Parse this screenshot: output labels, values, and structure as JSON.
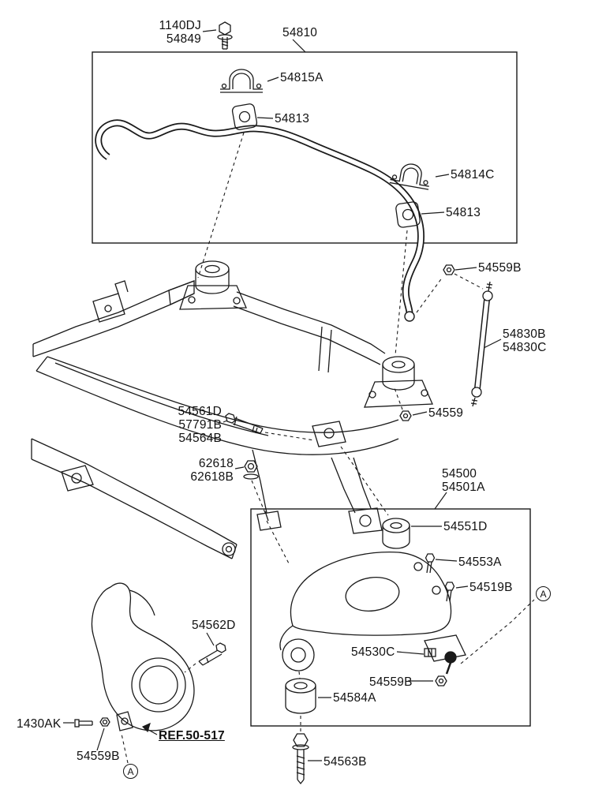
{
  "page": {
    "background": "#ffffff",
    "line_color": "#1a1a1a"
  },
  "labels": {
    "top_bolt": {
      "line1": "1140DJ",
      "line2": "54849"
    },
    "stabilizer_assembly": "54810",
    "bracket_upper": "54815A",
    "bushing_upper": "54813",
    "bracket_right": "54814C",
    "bushing_right": "54813",
    "link_nut_top": "54559B",
    "link": {
      "line1": "54830B",
      "line2": "54830C"
    },
    "mount_bolt": {
      "line1": "54561D",
      "line2": "57791B",
      "line3": "54564B"
    },
    "nut_54559": "54559",
    "flange_nut": {
      "line1": "62618",
      "line2": "62618B"
    },
    "lower_arm": {
      "line1": "54500",
      "line2": "54501A"
    },
    "arm_bushing_front": "54551D",
    "arm_bolt_a": "54553A",
    "arm_bolt_b": "54519B",
    "ball_joint": "54530C",
    "ball_joint_nut": "54559B",
    "arm_bushing_rear": "54584A",
    "knuckle_bolt": "54562D",
    "knuckle_pin": "1430AK",
    "knuckle_ref": "REF.50-517",
    "knuckle_nut": "54559B",
    "arm_mount_bolt": "54563B",
    "marker_a": "A"
  }
}
